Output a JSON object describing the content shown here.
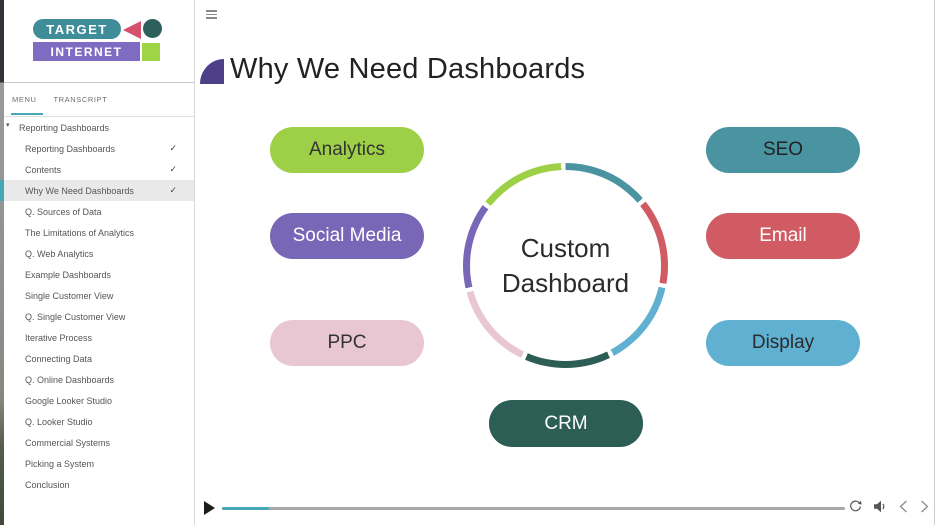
{
  "colors": {
    "accent": "#45a6b5",
    "title_shape": "#4d3f88",
    "logo_target_bg": "#3e8d99",
    "logo_triangle": "#d5506a",
    "logo_circle": "#2d5f5c",
    "logo_internet_bg": "#7e6cc3",
    "logo_square": "#a0d447",
    "seekbar_track": "#a9a9a9"
  },
  "icons": {
    "checkmark": "✓",
    "caret_down": "▾",
    "hamburger": "menu",
    "play": "play",
    "replay": "replay",
    "volume": "volume",
    "prev": "chevron-left",
    "next": "chevron-right"
  },
  "logo": {
    "line1": "TARGET",
    "line2": "INTERNET"
  },
  "tabs": [
    {
      "label": "MENU",
      "active": true
    },
    {
      "label": "TRANSCRIPT",
      "active": false
    }
  ],
  "nav": {
    "parent": "Reporting Dashboards",
    "items": [
      {
        "label": "Reporting Dashboards",
        "completed": true,
        "selected": false
      },
      {
        "label": "Contents",
        "completed": true,
        "selected": false
      },
      {
        "label": "Why We Need Dashboards",
        "completed": true,
        "selected": true
      },
      {
        "label": "Q. Sources of Data",
        "completed": false,
        "selected": false
      },
      {
        "label": "The Limitations of Analytics",
        "completed": false,
        "selected": false
      },
      {
        "label": "Q. Web Analytics",
        "completed": false,
        "selected": false
      },
      {
        "label": "Example Dashboards",
        "completed": false,
        "selected": false
      },
      {
        "label": "Single Customer View",
        "completed": false,
        "selected": false
      },
      {
        "label": "Q. Single Customer View",
        "completed": false,
        "selected": false
      },
      {
        "label": "Iterative Process",
        "completed": false,
        "selected": false
      },
      {
        "label": "Connecting Data",
        "completed": false,
        "selected": false
      },
      {
        "label": "Q. Online Dashboards",
        "completed": false,
        "selected": false
      },
      {
        "label": "Google Looker Studio",
        "completed": false,
        "selected": false
      },
      {
        "label": "Q. Looker Studio",
        "completed": false,
        "selected": false
      },
      {
        "label": "Commercial Systems",
        "completed": false,
        "selected": false
      },
      {
        "label": "Picking a System",
        "completed": false,
        "selected": false
      },
      {
        "label": "Conclusion",
        "completed": false,
        "selected": false
      }
    ]
  },
  "slide": {
    "title": "Why We Need Dashboards",
    "center": {
      "line1": "Custom",
      "line2": "Dashboard"
    },
    "pills": [
      {
        "label": "Analytics",
        "bg": "#9ed047",
        "text": "#333333"
      },
      {
        "label": "Social Media",
        "bg": "#7767b6",
        "text": "#ffffff"
      },
      {
        "label": "PPC",
        "bg": "#e8c7d3",
        "text": "#333333"
      },
      {
        "label": "SEO",
        "bg": "#4a94a2",
        "text": "#222222"
      },
      {
        "label": "Email",
        "bg": "#d15b63",
        "text": "#ffffff"
      },
      {
        "label": "Display",
        "bg": "#60b1d1",
        "text": "#2b2b2b"
      },
      {
        "label": "CRM",
        "bg": "#2d5e56",
        "text": "#ffffff"
      }
    ],
    "ring_segments": [
      "#4a94a2",
      "#d15b63",
      "#60b1d1",
      "#2d5e56",
      "#e8c7d3",
      "#7767b6",
      "#9ed047"
    ]
  },
  "player": {
    "progress_percent": 7.5
  }
}
